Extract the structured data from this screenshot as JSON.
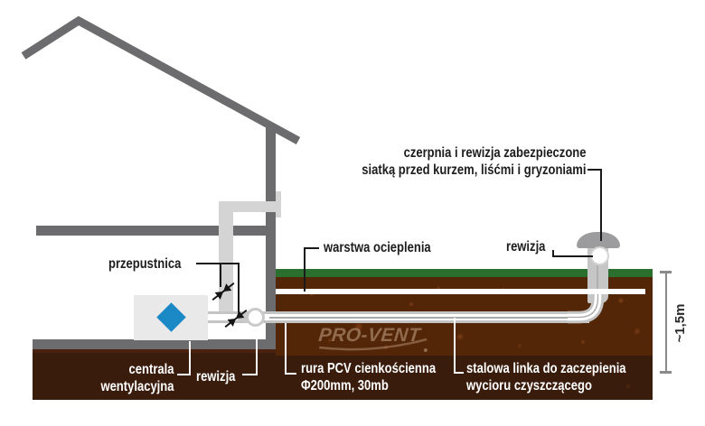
{
  "diagram": {
    "title_hint": "ground air intake ventilation scheme",
    "annotations": {
      "intake_note_line1": "czerpnia i rewizja zabezpieczone",
      "intake_note_line2": "siatką przed kurzem, liśćmi i gryzoniami",
      "insulation_layer": "warstwa ocieplenia",
      "inspection_top": "rewizja",
      "damper": "przepustnica",
      "ahu_line1": "centrala",
      "ahu_line2": "wentylacyjna",
      "inspection_bottom": "rewizja",
      "pipe_line1": "rura PCV cienkościenna",
      "pipe_line2": "Φ200mm, 30mb",
      "cable_line1": "stalowa linka do zaczepienia",
      "cable_line2": "wycioru czyszczącego",
      "depth_dimension": "~1,5m"
    },
    "watermark": "PRO-VENT",
    "colors": {
      "grass": "#2b6f2f",
      "soil": "#542608",
      "soil_dark": "#3a1c0d",
      "structure_gray": "#6c6c6e",
      "duct_gray": "#d4d4d4",
      "pipe_gray": "#c4c4c4",
      "intake_cap_gray": "#9c9c9e",
      "ahu_blue": "#1b89c5",
      "label_dark": "#1d1d1d",
      "label_white": "#ffffff"
    }
  }
}
